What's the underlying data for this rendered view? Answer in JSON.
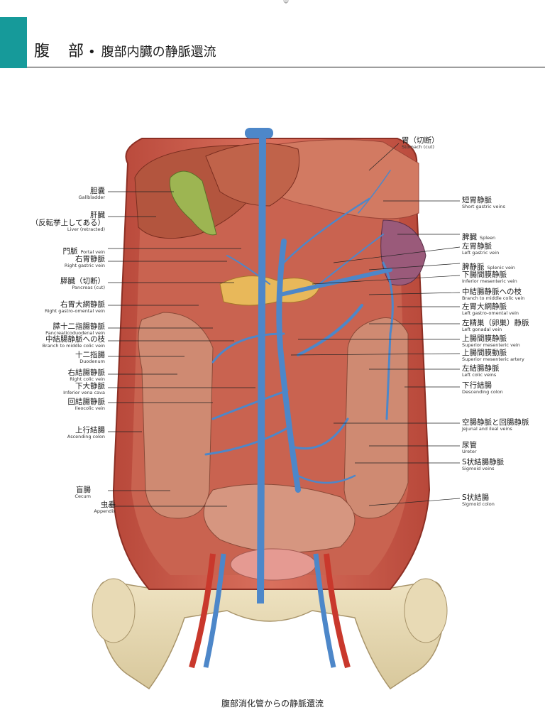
{
  "header": {
    "title_main": "腹　部",
    "title_dot": "•",
    "title_sub": "腹部内臓の静脈還流",
    "accent_color": "#169a9a"
  },
  "labels_left": [
    {
      "ja": "胆嚢",
      "en": "Gallbladder"
    },
    {
      "ja": "肝臓",
      "ja2": "（反転挙上してある）",
      "en": "Liver (retracted)"
    },
    {
      "ja": "門脈",
      "en": "Portal vein",
      "inline": true
    },
    {
      "ja": "右胃静脈",
      "en": "Right gastric vein"
    },
    {
      "ja": "膵臓（切断）",
      "en": "Pancreas (cut)"
    },
    {
      "ja": "右胃大網静脈",
      "en": "Right gastro-omental vein"
    },
    {
      "ja": "膵十二指腸静脈",
      "en": "Pancreaticoduodenal vein"
    },
    {
      "ja": "中結腸静脈への枝",
      "en": "Branch to middle colic vein"
    },
    {
      "ja": "十二指腸",
      "en": "Duodenum"
    },
    {
      "ja": "右結腸静脈",
      "en": "Right colic vein"
    },
    {
      "ja": "下大静脈",
      "en": "Inferior vena cava"
    },
    {
      "ja": "回結腸静脈",
      "en": "Ileocolic vein"
    },
    {
      "ja": "上行結腸",
      "en": "Ascending colon"
    },
    {
      "ja": "盲腸",
      "en": "Cecum"
    },
    {
      "ja": "虫垂",
      "en": "Appendix"
    }
  ],
  "labels_right": [
    {
      "ja": "胃（切断）",
      "en": "Stomach (cut)"
    },
    {
      "ja": "短胃静脈",
      "en": "Short gastric veins"
    },
    {
      "ja": "脾臓",
      "en": "Spleen",
      "inline": true
    },
    {
      "ja": "左胃静脈",
      "en": "Left gastric vein"
    },
    {
      "ja": "脾静脈",
      "en": "Splenic vein",
      "inline": true
    },
    {
      "ja": "下腸間膜静脈",
      "en": "Inferior mesenteric vein"
    },
    {
      "ja": "中結腸静脈への枝",
      "en": "Branch to middle colic vein"
    },
    {
      "ja": "左胃大網静脈",
      "en": "Left gastro-omental vein"
    },
    {
      "ja": "左精巣（卵巣）静脈",
      "en": "Left gonadal vein"
    },
    {
      "ja": "上腸間膜静脈",
      "en": "Superior mesenteric vein"
    },
    {
      "ja": "上腸間膜動脈",
      "en": "Superior mesenteric artery"
    },
    {
      "ja": "左結腸静脈",
      "en": "Left colic veins"
    },
    {
      "ja": "下行結腸",
      "en": "Descending colon"
    },
    {
      "ja": "空腸静脈と回腸静脈",
      "en": "Jejunal and ileal veins"
    },
    {
      "ja": "尿管",
      "en": "Ureter"
    },
    {
      "ja": "S状結腸静脈",
      "en": "Sigmoid veins"
    },
    {
      "ja": "S状結腸",
      "en": "Sigmoid colon"
    }
  ],
  "caption": "腹部消化管からの静脈還流"
}
